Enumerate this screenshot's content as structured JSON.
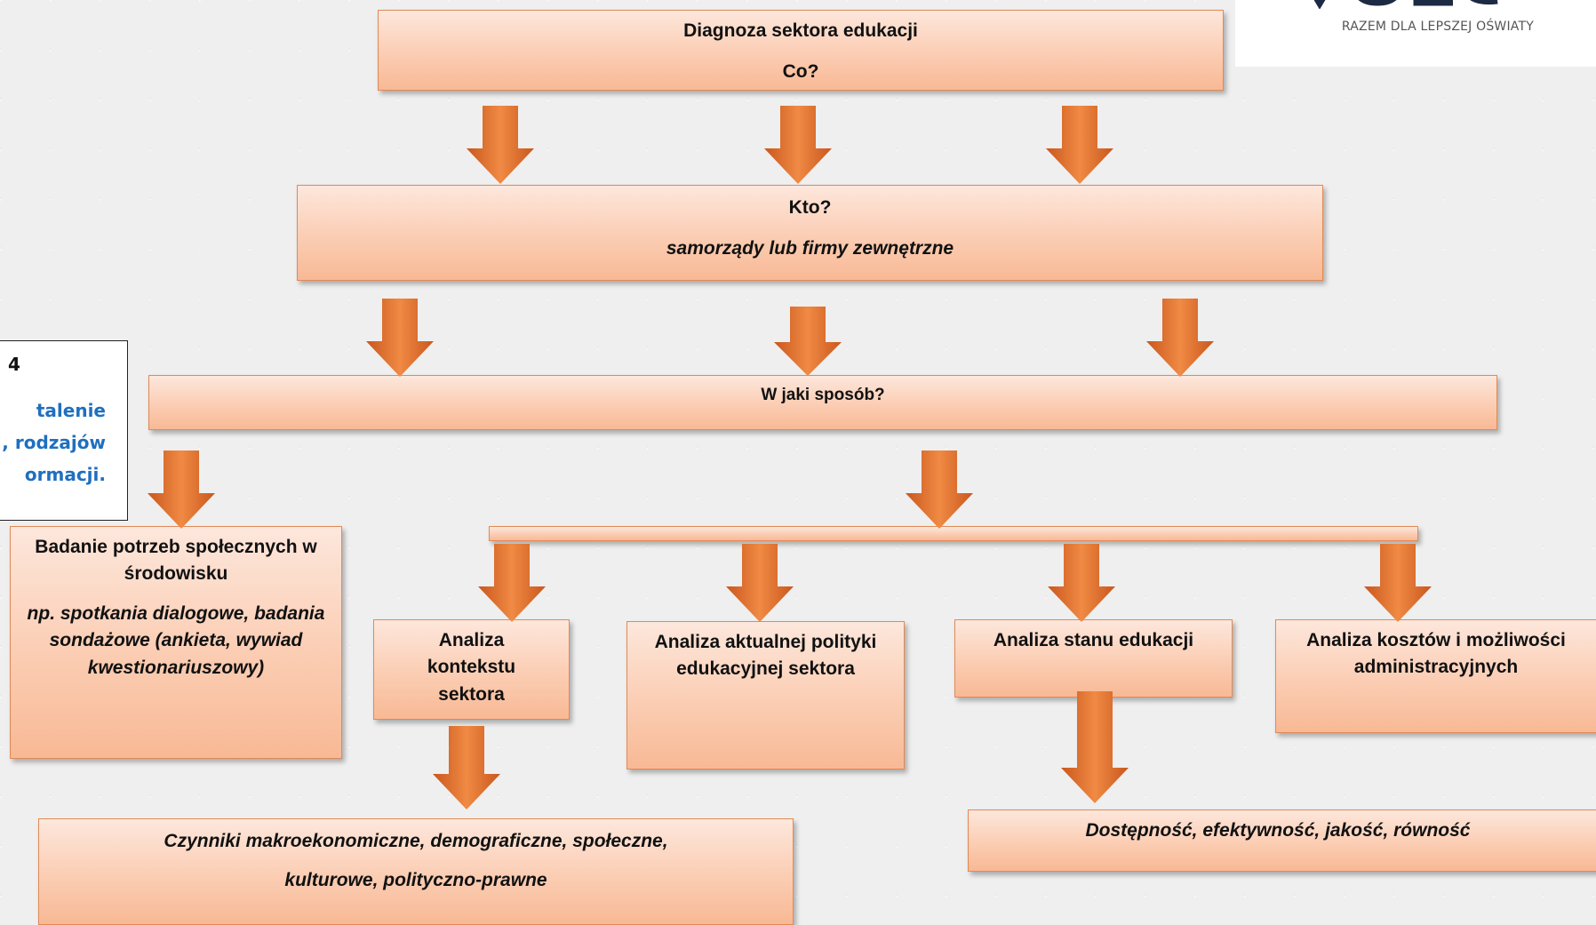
{
  "logo": {
    "tagline": "RAZEM DLA LEPSZEJ OŚWIATY"
  },
  "sidebox": {
    "number": "4",
    "lines": [
      "talenie",
      ", rodzajów",
      "ormacji."
    ]
  },
  "boxes": {
    "diagnoza": {
      "title": "Diagnoza sektora edukacji",
      "sub": "Co?"
    },
    "kto": {
      "title": "Kto?",
      "sub": "samorządy lub firmy zewnętrzne"
    },
    "sposob": {
      "title": "W jaki sposób?"
    },
    "badanie": {
      "title": "Badanie potrzeb społecznych w środowisku",
      "sub": "np. spotkania dialogowe, badania sondażowe (ankieta, wywiad kwestionariuszowy)"
    },
    "kontekst": {
      "title": "Analiza kontekstu sektora"
    },
    "polityka": {
      "title": "Analiza aktualnej polityki edukacyjnej sektora"
    },
    "stan": {
      "title": "Analiza stanu edukacji"
    },
    "koszty": {
      "title": "Analiza kosztów i możliwości administracyjnych"
    },
    "czynniki": {
      "line1": "Czynniki makroekonomiczne, demograficzne, społeczne,",
      "line2": "kulturowe, polityczno-prawne"
    },
    "dostepnosc": {
      "title": "Dostępność, efektywność, jakość, równość"
    }
  }
}
